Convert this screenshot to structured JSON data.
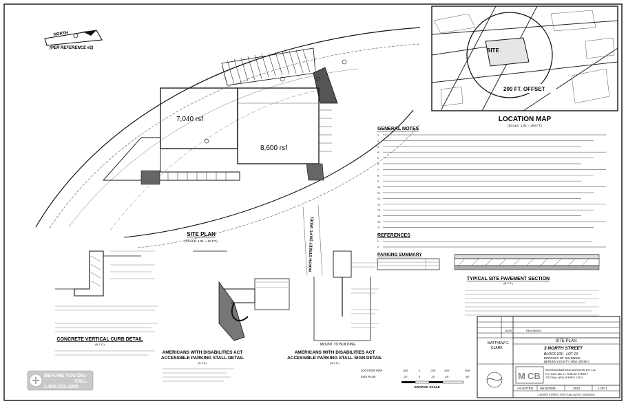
{
  "north_arrow": {
    "label": "NORTH",
    "reference": "(PER REFERENCE #2)"
  },
  "site_plan": {
    "title": "SITE PLAN",
    "scale": "(SCALE: 1 IN. = 20 FT.)",
    "building_a_area": "7,040 rsf",
    "building_b_area": "8,600 rsf",
    "street_label": "NORTH STREET (50 FT. WIDE)"
  },
  "location_map": {
    "title": "LOCATION MAP",
    "scale": "(SCALE: 1 IN. = 200 FT.)",
    "site_label": "SITE",
    "offset_label": "200 FT. OFFSET"
  },
  "general_notes": {
    "heading": "GENERAL NOTES",
    "items": [
      "1.",
      "2.",
      "3.",
      "4.",
      "5.",
      "6.",
      "7.",
      "8.",
      "9.",
      "10.",
      "11.",
      "12.",
      "13.",
      "14.",
      "15.",
      "16.",
      "17."
    ]
  },
  "references": {
    "heading": "REFERENCES",
    "items": [
      "1.",
      "2."
    ]
  },
  "parking_summary": {
    "heading": "PARKING SUMMARY"
  },
  "pavement_section": {
    "title": "TYPICAL SITE PAVEMENT SECTION",
    "scale": "(N.T.S.)"
  },
  "curb_detail": {
    "title": "CONCRETE VERTICAL CURB DETAIL",
    "scale": "(N.T.S.)"
  },
  "ada_stall": {
    "title_line1": "AMERICANS WITH DISABILITIES ACT",
    "title_line2": "ACCESSIBLE PARKING STALL DETAIL",
    "scale": "(N.T.S.)"
  },
  "ada_sign": {
    "title_line1": "AMERICANS WITH DISABILITIES ACT",
    "title_line2": "ACCESSIBLE PARKING STALL SIGN DETAIL",
    "scale": "(N.T.S.)",
    "mount_label": "MOUNT TO BUILDING"
  },
  "graphic_scale": {
    "location_map_label": "LOCATION MAP",
    "site_plan_label": "SITE PLAN",
    "lm_ticks": [
      "200'",
      "0",
      "200'",
      "400'",
      "800'"
    ],
    "sp_ticks": [
      "20'",
      "0",
      "20'",
      "40'",
      "80'"
    ],
    "caption": "GRAPHIC SCALE"
  },
  "call_before_dig": {
    "line1": "BEFORE YOU DIG",
    "line2": "CALL",
    "phone": "1-800-272-1000"
  },
  "title_block": {
    "date_header": "DATE",
    "revisions_header": "REVISIONS",
    "engineer_name": "MATTHEW C.",
    "engineer_name2": "CLARK",
    "drawing_title": "SITE PLAN",
    "project_line1": "3 NORTH STREET",
    "project_line2": "BLOCK 103 – LOT 19",
    "project_line3": "BOROUGH OF WALDWICK",
    "project_line4": "BERGEN COUNTY, NEW JERSEY",
    "firm_name": "MCB ENGINEERING ASSOCIATES, LLC",
    "firm_address": "P.O. BOX 386, 11 FURLER STREET",
    "firm_city": "TOTOWA, NEW JERSEY 07511",
    "scale_value": "AS NOTED",
    "date_value": "05/15/2009",
    "job_no": "3153",
    "sheet_no": "1 OF 1",
    "file_ref": "3 NORTH STREET: SITE PLAN; DATED: 05/15/2009"
  }
}
